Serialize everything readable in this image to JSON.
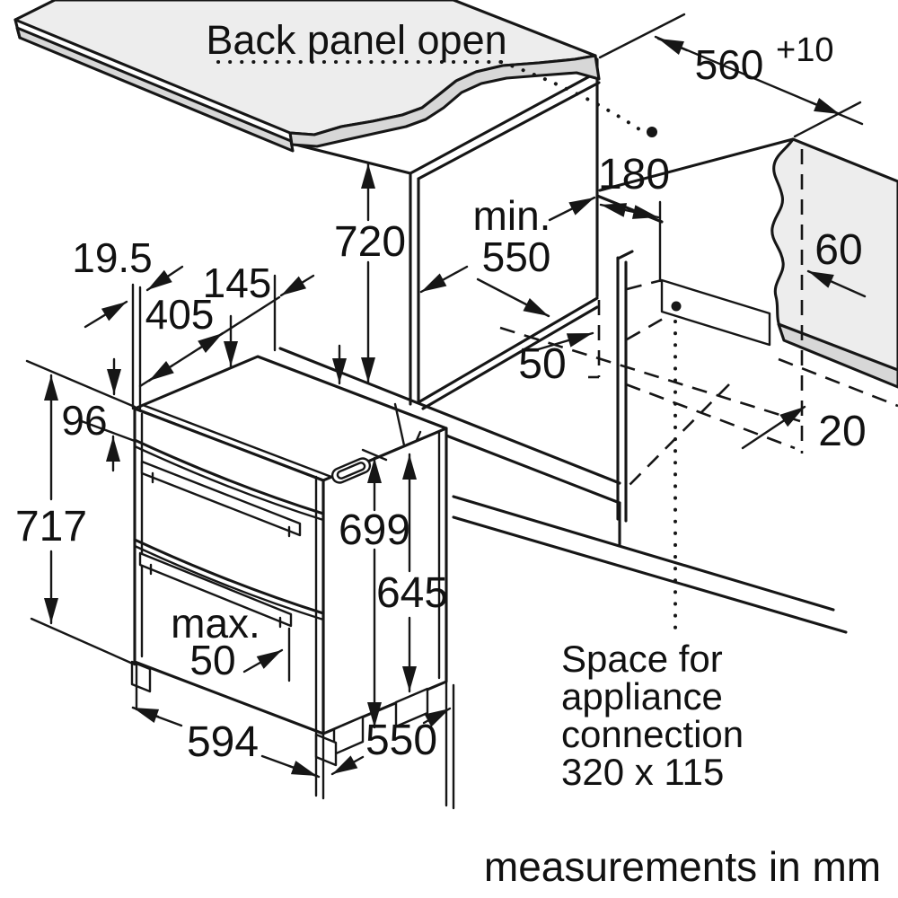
{
  "diagram": {
    "title": "Back panel open",
    "footer": "measurements in mm",
    "connection_note": {
      "line1": "Space for",
      "line2": "appliance",
      "line3": "connection",
      "line4": "320 x 115"
    },
    "dims": {
      "top_cutout": "560",
      "top_cutout_tolerance": "+10",
      "niche_height": "720",
      "niche_depth_min_label": "min.",
      "niche_depth_min": "550",
      "back_top_offset": "180",
      "wall_gap": "60",
      "floor_back_recess": "50",
      "base_back_gap": "20",
      "fascia_thickness": "19.5",
      "top_recess_depth": "145",
      "top_section_depth": "405",
      "control_panel_height": "96",
      "front_height": "717",
      "total_height": "699",
      "body_height": "645",
      "handle_projection_label": "max.",
      "handle_projection": "50",
      "appliance_width": "594",
      "appliance_depth": "550"
    },
    "colors": {
      "line": "#161616",
      "panel_fill": "#ededed",
      "edge_fill": "#d7d7d7",
      "background": "#ffffff"
    }
  }
}
